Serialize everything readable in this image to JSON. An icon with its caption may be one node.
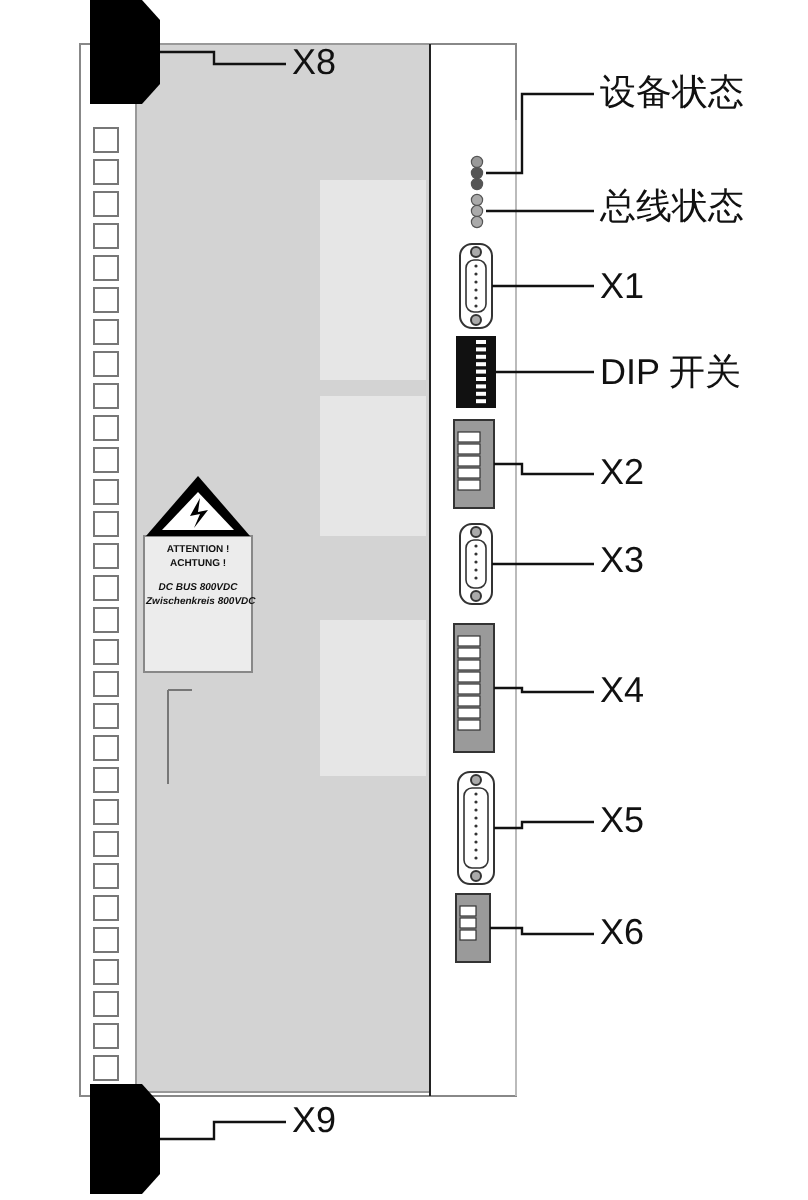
{
  "diagram": {
    "nodes": [
      {
        "text": [
          "X8"
        ]
      },
      {
        "text": [],
        "shape": "box"
      },
      {
        "text": [
          "设备状态"
        ]
      },
      {
        "text": [],
        "shape": "circle"
      },
      {
        "text": [
          "总线状态"
        ]
      },
      {
        "text": [],
        "shape": "circle"
      },
      {
        "text": [
          "X1"
        ]
      },
      {
        "text": [],
        "shape": "box"
      },
      {
        "text": [
          "DIP 开关"
        ]
      },
      {
        "text": [],
        "shape": "box"
      },
      {
        "text": [
          "X2"
        ]
      },
      {
        "text": [],
        "shape": "box"
      },
      {
        "text": [
          "X3"
        ]
      },
      {
        "text": [],
        "shape": "box"
      },
      {
        "text": [
          "X4"
        ]
      },
      {
        "text": [],
        "shape": "box"
      },
      {
        "text": [
          "X5"
        ]
      },
      {
        "text": [],
        "shape": "box"
      },
      {
        "text": [
          "X6"
        ]
      },
      {
        "text": [],
        "shape": "box"
      },
      {
        "text": [
          "X9"
        ]
      },
      {
        "text": [],
        "shape": "box"
      }
    ],
    "edges": [
      {
        "from": 0,
        "to": 1,
        "arrow": "none"
      },
      {
        "from": 2,
        "to": 3,
        "arrow": "none"
      },
      {
        "from": 4,
        "to": 5,
        "arrow": "none"
      },
      {
        "from": 6,
        "to": 7,
        "arrow": "none"
      },
      {
        "from": 8,
        "to": 9,
        "arrow": "none"
      },
      {
        "from": 10,
        "to": 11,
        "arrow": "none"
      },
      {
        "from": 12,
        "to": 13,
        "arrow": "none"
      },
      {
        "from": 14,
        "to": 15,
        "arrow": "none"
      },
      {
        "from": 16,
        "to": 17,
        "arrow": "none"
      },
      {
        "from": 18,
        "to": 19,
        "arrow": "none"
      },
      {
        "from": 20,
        "to": 21,
        "arrow": "none"
      }
    ],
    "labels": [
      "ATTENTION !",
      "ACHTUNG !",
      "DC BUS 800VDC",
      "Zwischenkreis 800VDC"
    ]
  }
}
